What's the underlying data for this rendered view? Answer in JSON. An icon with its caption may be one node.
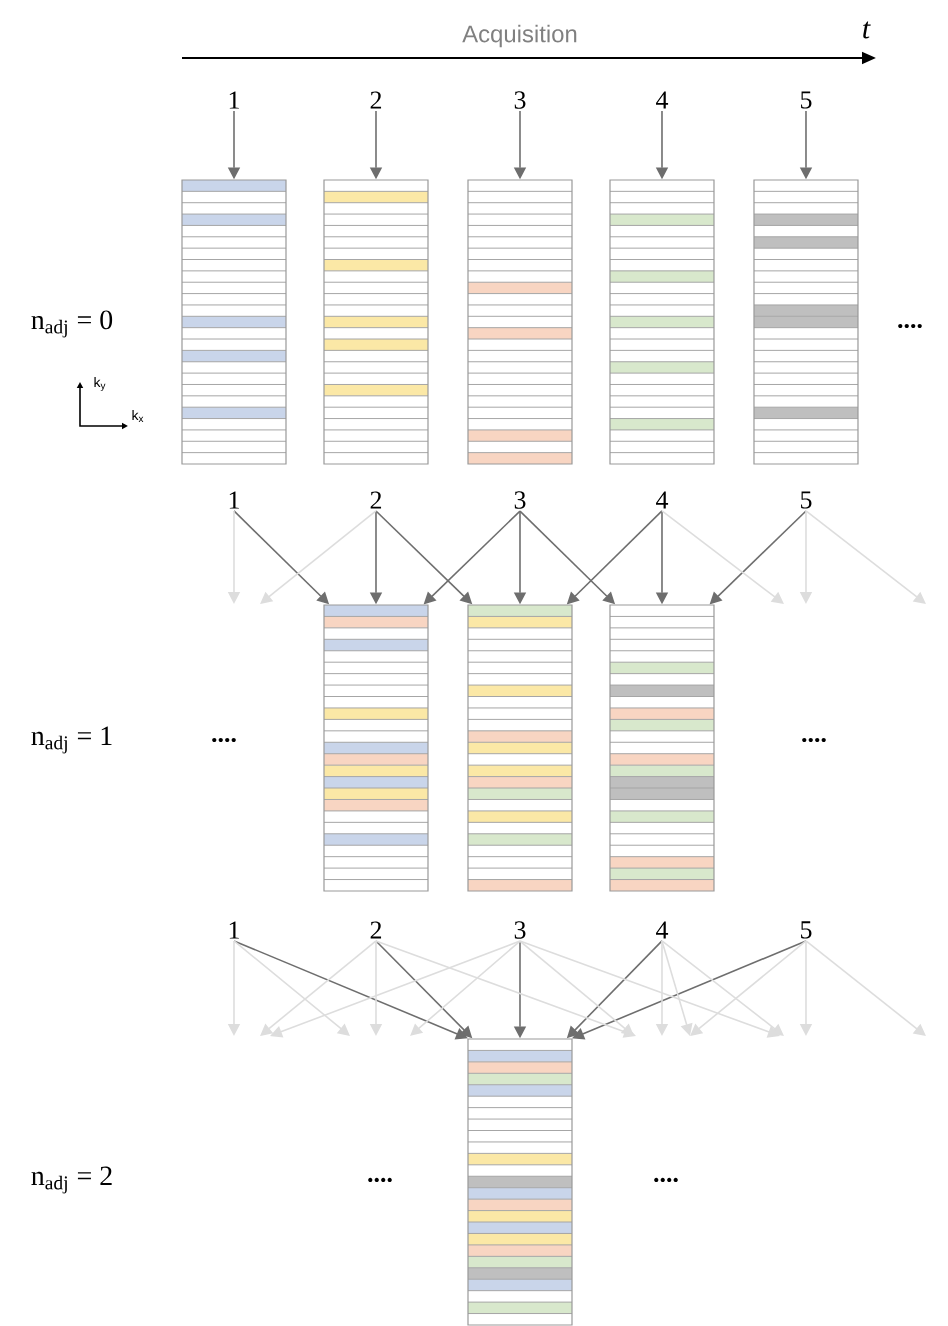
{
  "diagram": {
    "nodes": [
      {
        "text": [
          "1"
        ]
      },
      {
        "text": [
          "2"
        ]
      },
      {
        "text": [
          "3"
        ]
      },
      {
        "text": [
          "4"
        ]
      },
      {
        "text": [
          "5"
        ]
      },
      {
        "text": [],
        "shape": "box"
      },
      {
        "text": [],
        "shape": "box"
      },
      {
        "text": [],
        "shape": "box"
      },
      {
        "text": [],
        "shape": "box"
      },
      {
        "text": [],
        "shape": "box"
      },
      {
        "text": [
          "1"
        ]
      },
      {
        "text": [
          "2"
        ]
      },
      {
        "text": [
          "3"
        ]
      },
      {
        "text": [
          "4"
        ]
      },
      {
        "text": [
          "5"
        ]
      },
      {
        "text": [],
        "shape": "box"
      },
      {
        "text": [],
        "shape": "box"
      },
      {
        "text": [],
        "shape": "box"
      },
      {
        "text": [
          "1"
        ]
      },
      {
        "text": [
          "2"
        ]
      },
      {
        "text": [
          "3"
        ]
      },
      {
        "text": [
          "4"
        ]
      },
      {
        "text": [
          "5"
        ]
      },
      {
        "text": [],
        "shape": "box"
      }
    ],
    "edges": [
      {
        "from": 0,
        "to": 5,
        "arrow": "to",
        "color": "#6e6e6e"
      },
      {
        "from": 1,
        "to": 6,
        "arrow": "to",
        "color": "#6e6e6e"
      },
      {
        "from": 2,
        "to": 7,
        "arrow": "to",
        "color": "#6e6e6e"
      },
      {
        "from": 3,
        "to": 8,
        "arrow": "to",
        "color": "#6e6e6e"
      },
      {
        "from": 4,
        "to": 9,
        "arrow": "to",
        "color": "#6e6e6e"
      },
      {
        "from": 10,
        "to": 15,
        "arrow": "to",
        "color": "#6e6e6e"
      },
      {
        "from": 11,
        "to": 15,
        "arrow": "to",
        "color": "#6e6e6e"
      },
      {
        "from": 11,
        "to": 16,
        "arrow": "to",
        "color": "#6e6e6e"
      },
      {
        "from": 12,
        "to": 15,
        "arrow": "to",
        "color": "#6e6e6e"
      },
      {
        "from": 12,
        "to": 16,
        "arrow": "to",
        "color": "#6e6e6e"
      },
      {
        "from": 12,
        "to": 17,
        "arrow": "to",
        "color": "#6e6e6e"
      },
      {
        "from": 13,
        "to": 16,
        "arrow": "to",
        "color": "#6e6e6e"
      },
      {
        "from": 13,
        "to": 17,
        "arrow": "to",
        "color": "#6e6e6e"
      },
      {
        "from": 14,
        "to": 17,
        "arrow": "to",
        "color": "#6e6e6e"
      },
      {
        "from": 10,
        "to": null,
        "arrow": "to",
        "color": "#dddddd"
      },
      {
        "from": 11,
        "to": null,
        "arrow": "to",
        "color": "#dddddd"
      },
      {
        "from": 13,
        "to": null,
        "arrow": "to",
        "color": "#dddddd"
      },
      {
        "from": 14,
        "to": null,
        "arrow": "to",
        "color": "#dddddd"
      },
      {
        "from": 14,
        "to": null,
        "arrow": "to",
        "color": "#dddddd"
      },
      {
        "from": 18,
        "to": 23,
        "arrow": "to",
        "color": "#6e6e6e"
      },
      {
        "from": 19,
        "to": 23,
        "arrow": "to",
        "color": "#6e6e6e"
      },
      {
        "from": 20,
        "to": 23,
        "arrow": "to",
        "color": "#6e6e6e"
      },
      {
        "from": 21,
        "to": 23,
        "arrow": "to",
        "color": "#6e6e6e"
      },
      {
        "from": 22,
        "to": 23,
        "arrow": "to",
        "color": "#6e6e6e"
      },
      {
        "from": 18,
        "to": null,
        "arrow": "to",
        "color": "#dddddd"
      },
      {
        "from": 18,
        "to": null,
        "arrow": "to",
        "color": "#dddddd"
      },
      {
        "from": 19,
        "to": null,
        "arrow": "to",
        "color": "#dddddd"
      },
      {
        "from": 19,
        "to": null,
        "arrow": "to",
        "color": "#dddddd"
      },
      {
        "from": 19,
        "to": null,
        "arrow": "to",
        "color": "#dddddd"
      },
      {
        "from": 20,
        "to": null,
        "arrow": "to",
        "color": "#dddddd"
      },
      {
        "from": 20,
        "to": null,
        "arrow": "to",
        "color": "#dddddd"
      },
      {
        "from": 20,
        "to": null,
        "arrow": "to",
        "color": "#dddddd"
      },
      {
        "from": 20,
        "to": null,
        "arrow": "to",
        "color": "#dddddd"
      },
      {
        "from": 21,
        "to": null,
        "arrow": "to",
        "color": "#dddddd"
      },
      {
        "from": 21,
        "to": null,
        "arrow": "to",
        "color": "#dddddd"
      },
      {
        "from": 21,
        "to": null,
        "arrow": "to",
        "color": "#dddddd"
      },
      {
        "from": 22,
        "to": null,
        "arrow": "to",
        "color": "#dddddd"
      },
      {
        "from": 22,
        "to": null,
        "arrow": "to",
        "color": "#dddddd"
      },
      {
        "from": 22,
        "to": null,
        "arrow": "to",
        "color": "#dddddd"
      }
    ],
    "labels": [
      "Acquisition",
      "t",
      "n$_{adj}$ = 0",
      "k$_{y}$",
      "k$_{x}$",
      "....",
      "n$_{adj}$ = 1",
      "....",
      "....",
      "n$_{adj}$ = 2",
      "....",
      "...."
    ]
  }
}
